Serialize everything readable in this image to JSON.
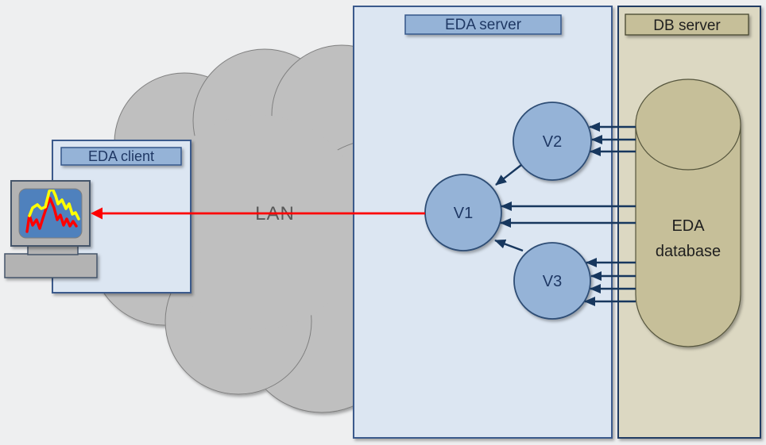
{
  "title_bars": {
    "client": "EDA client",
    "server": "EDA server",
    "db": "DB server"
  },
  "nodes": {
    "v1": "V1",
    "v2": "V2",
    "v3": "V3"
  },
  "database": {
    "line1": "EDA",
    "line2": "database"
  },
  "network": {
    "label": "LAN"
  },
  "connections": [
    {
      "from": "EDA database",
      "to": "V2",
      "arrows": 3,
      "color": "navy"
    },
    {
      "from": "EDA database",
      "to": "V1",
      "arrows": 2,
      "color": "navy"
    },
    {
      "from": "EDA database",
      "to": "V3",
      "arrows": 4,
      "color": "navy"
    },
    {
      "from": "V2",
      "to": "V1",
      "arrows": 1,
      "color": "navy"
    },
    {
      "from": "V3",
      "to": "V1",
      "arrows": 1,
      "color": "navy"
    },
    {
      "from": "V1",
      "to": "EDA client",
      "arrows": 1,
      "via": "LAN",
      "color": "red"
    }
  ],
  "colors": {
    "background": "#eeeff0",
    "cloud_fill": "#bfbfbf",
    "cloud_stroke": "#808080",
    "blue_panel_fill": "#dce6f2",
    "blue_panel_border": "#3a5a8c",
    "blue_title_fill": "#95b3d7",
    "node_fill": "#95b3d7",
    "node_border": "#2e4d74",
    "navy_text": "#1f3864",
    "arrow_navy": "#17375e",
    "arrow_red": "#fe0000",
    "tan_panel_fill": "#dcd8c2",
    "tan_panel_border": "#243c63",
    "database_fill": "#c6bf99",
    "database_stroke": "#54543c",
    "lan_text": "#595959",
    "screen_blue": "#4f81bd",
    "icon_gray": "#b3b3b3",
    "chart_line_yellow": "#ffff00",
    "chart_line_red": "#ff0000"
  }
}
